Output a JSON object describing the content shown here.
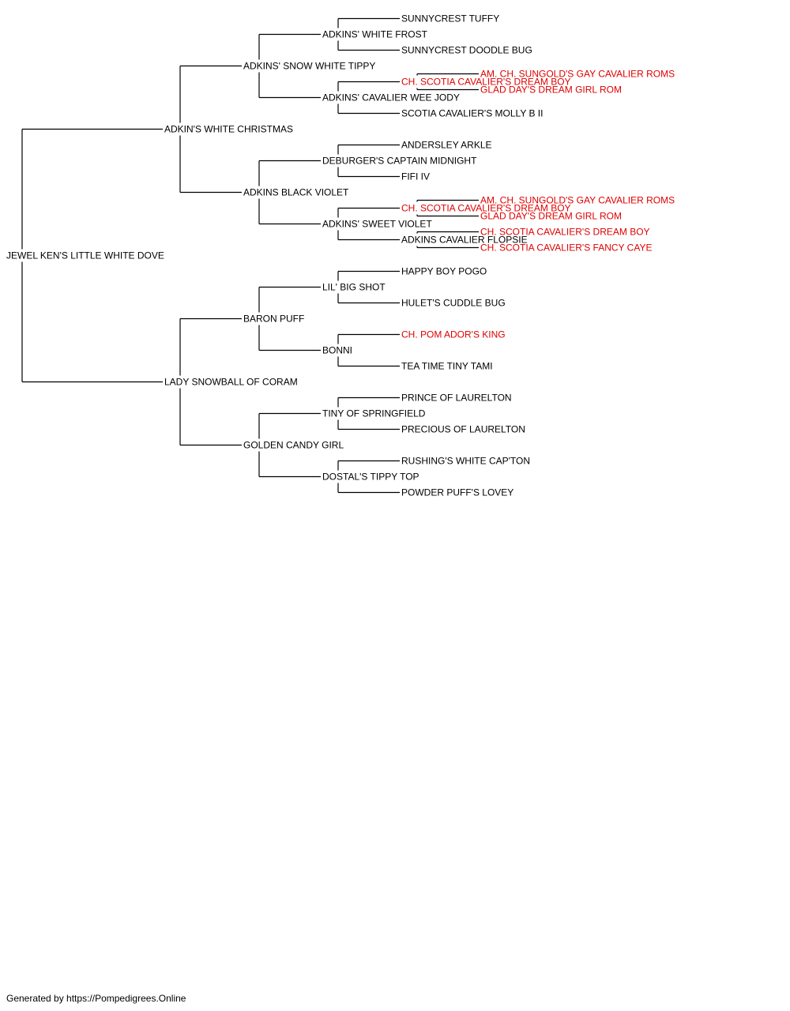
{
  "colors": {
    "normal": "#000000",
    "champion": "#e00000",
    "line": "#000000"
  },
  "pedigree": {
    "nodes": [
      {
        "name": "JEWEL KEN'S LITTLE WHITE DOVE",
        "gen": 0,
        "row": 32,
        "champion": false
      },
      {
        "name": "ADKIN'S WHITE CHRISTMAS",
        "gen": 1,
        "row": 16,
        "champion": false,
        "parent": 0
      },
      {
        "name": "LADY SNOWBALL OF CORAM",
        "gen": 1,
        "row": 48,
        "champion": false,
        "parent": 0
      },
      {
        "name": "ADKINS' SNOW WHITE TIPPY",
        "gen": 2,
        "row": 8,
        "champion": false,
        "parent": 1
      },
      {
        "name": "ADKINS BLACK VIOLET",
        "gen": 2,
        "row": 24,
        "champion": false,
        "parent": 1
      },
      {
        "name": "BARON PUFF",
        "gen": 2,
        "row": 40,
        "champion": false,
        "parent": 2
      },
      {
        "name": "GOLDEN CANDY GIRL",
        "gen": 2,
        "row": 56,
        "champion": false,
        "parent": 2
      },
      {
        "name": "ADKINS' WHITE FROST",
        "gen": 3,
        "row": 4,
        "champion": false,
        "parent": 3
      },
      {
        "name": "ADKINS' CAVALIER WEE JODY",
        "gen": 3,
        "row": 12,
        "champion": false,
        "parent": 3
      },
      {
        "name": "DEBURGER'S CAPTAIN MIDNIGHT",
        "gen": 3,
        "row": 20,
        "champion": false,
        "parent": 4
      },
      {
        "name": "ADKINS' SWEET VIOLET",
        "gen": 3,
        "row": 28,
        "champion": false,
        "parent": 4
      },
      {
        "name": "LIL' BIG SHOT",
        "gen": 3,
        "row": 36,
        "champion": false,
        "parent": 5
      },
      {
        "name": "BONNI",
        "gen": 3,
        "row": 44,
        "champion": false,
        "parent": 5
      },
      {
        "name": "TINY OF SPRINGFIELD",
        "gen": 3,
        "row": 52,
        "champion": false,
        "parent": 6
      },
      {
        "name": "DOSTAL'S TIPPY TOP",
        "gen": 3,
        "row": 60,
        "champion": false,
        "parent": 6
      },
      {
        "name": "SUNNYCREST TUFFY",
        "gen": 4,
        "row": 2,
        "champion": false,
        "parent": 7
      },
      {
        "name": "SUNNYCREST DOODLE BUG",
        "gen": 4,
        "row": 6,
        "champion": false,
        "parent": 7
      },
      {
        "name": "CH. SCOTIA CAVALIER'S DREAM BOY",
        "gen": 4,
        "row": 10,
        "champion": true,
        "parent": 8
      },
      {
        "name": "SCOTIA CAVALIER'S MOLLY B II",
        "gen": 4,
        "row": 14,
        "champion": false,
        "parent": 8
      },
      {
        "name": "ANDERSLEY ARKLE",
        "gen": 4,
        "row": 18,
        "champion": false,
        "parent": 9
      },
      {
        "name": "FIFI IV",
        "gen": 4,
        "row": 22,
        "champion": false,
        "parent": 9
      },
      {
        "name": "CH. SCOTIA CAVALIER'S DREAM BOY",
        "gen": 4,
        "row": 26,
        "champion": true,
        "parent": 10
      },
      {
        "name": "ADKINS CAVALIER FLOPSIE",
        "gen": 4,
        "row": 30,
        "champion": false,
        "parent": 10
      },
      {
        "name": "HAPPY BOY POGO",
        "gen": 4,
        "row": 34,
        "champion": false,
        "parent": 11
      },
      {
        "name": "HULET'S CUDDLE BUG",
        "gen": 4,
        "row": 38,
        "champion": false,
        "parent": 11
      },
      {
        "name": "CH. POM ADOR'S KING",
        "gen": 4,
        "row": 42,
        "champion": true,
        "parent": 12
      },
      {
        "name": "TEA TIME TINY TAMI",
        "gen": 4,
        "row": 46,
        "champion": false,
        "parent": 12
      },
      {
        "name": "PRINCE OF LAURELTON",
        "gen": 4,
        "row": 50,
        "champion": false,
        "parent": 13
      },
      {
        "name": "PRECIOUS OF LAURELTON",
        "gen": 4,
        "row": 54,
        "champion": false,
        "parent": 13
      },
      {
        "name": "RUSHING'S WHITE CAP'TON",
        "gen": 4,
        "row": 58,
        "champion": false,
        "parent": 14
      },
      {
        "name": "POWDER PUFF'S LOVEY",
        "gen": 4,
        "row": 62,
        "champion": false,
        "parent": 14
      },
      {
        "name": "AM. CH. SUNGOLD'S GAY CAVALIER ROMS",
        "gen": 5,
        "row": 9,
        "champion": true,
        "parent": 17
      },
      {
        "name": "GLAD DAY'S DREAM GIRL ROM",
        "gen": 5,
        "row": 11,
        "champion": true,
        "parent": 17
      },
      {
        "name": "AM. CH. SUNGOLD'S GAY CAVALIER ROMS",
        "gen": 5,
        "row": 25,
        "champion": true,
        "parent": 21
      },
      {
        "name": "GLAD DAY'S DREAM GIRL ROM",
        "gen": 5,
        "row": 27,
        "champion": true,
        "parent": 21
      },
      {
        "name": "CH. SCOTIA CAVALIER'S DREAM BOY",
        "gen": 5,
        "row": 29,
        "champion": true,
        "parent": 22
      },
      {
        "name": "CH. SCOTIA CAVALIER'S FANCY CAYE",
        "gen": 5,
        "row": 31,
        "champion": true,
        "parent": 22
      }
    ]
  },
  "footer": {
    "text": "Generated by https://Pompedigrees.Online"
  }
}
